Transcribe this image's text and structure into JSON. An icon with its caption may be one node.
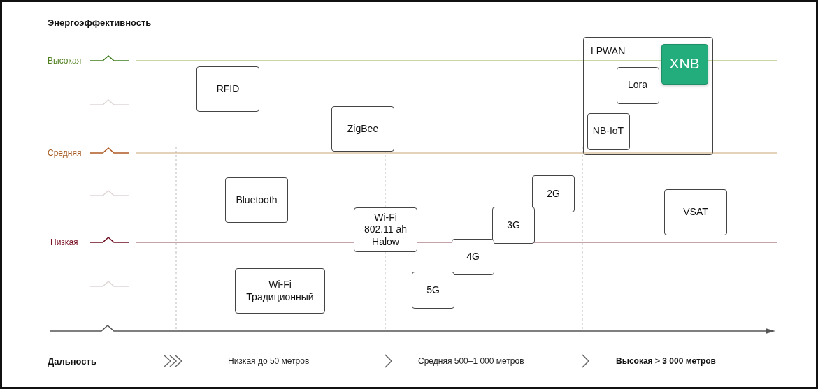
{
  "diagram": {
    "nodes": [
      {
        "text": [
          "RFID"
        ]
      },
      {
        "text": [
          "LPWAN"
        ]
      },
      {
        "text": [
          "XNB"
        ],
        "in": 1
      },
      {
        "text": [
          "Lora"
        ],
        "in": 1
      },
      {
        "text": [
          "ZigBee"
        ]
      },
      {
        "text": [
          "NB-IoT"
        ],
        "in": 1
      },
      {
        "text": [
          "Bluetooth"
        ]
      },
      {
        "text": [
          "2G"
        ]
      },
      {
        "text": [
          "VSAT"
        ]
      },
      {
        "text": [
          "Wi-Fi 802.11 ah Halow"
        ]
      },
      {
        "text": [
          "3G"
        ]
      },
      {
        "text": [
          "4G"
        ]
      },
      {
        "text": [
          "Wi-Fi Традиционный"
        ]
      },
      {
        "text": [
          "5G"
        ]
      }
    ],
    "edges": [],
    "labels": [
      "Энергоэффективность",
      "Высокая",
      "Средняя",
      "Низкая",
      "Дальность",
      "Низкая до 50 метров",
      "Средняя 500–1 000 метров",
      "Высокая > 3 000 метров"
    ]
  }
}
